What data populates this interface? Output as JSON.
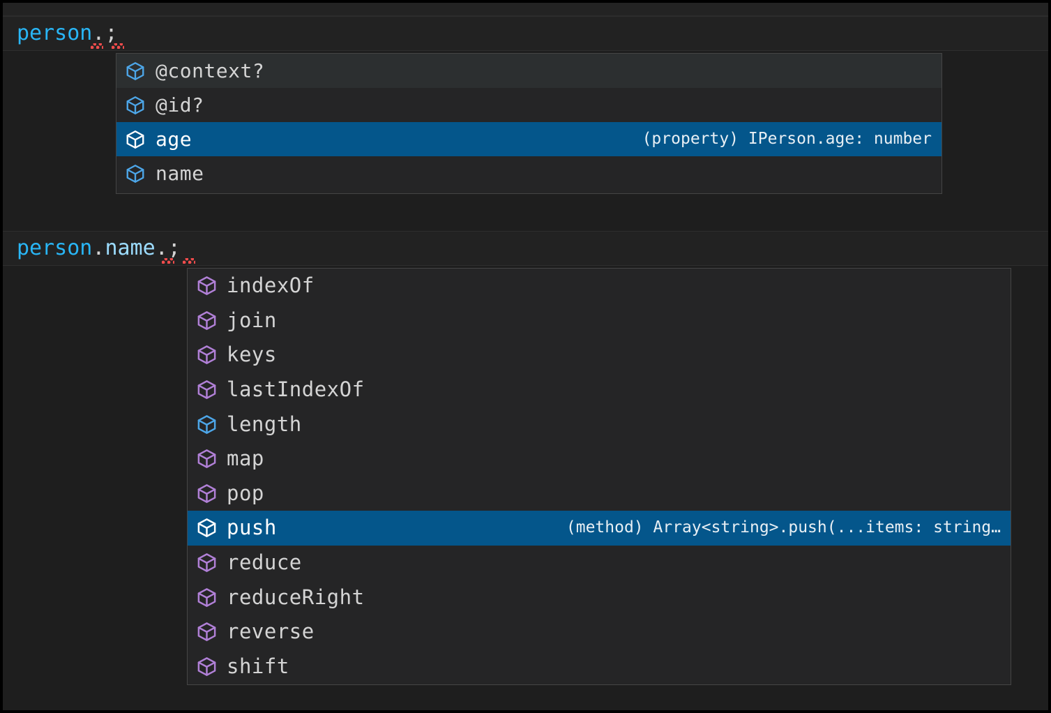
{
  "editor": {
    "background_color": "#1e1e1e",
    "lines": [
      {
        "id": "line-1",
        "tokens": [
          {
            "text": "person",
            "kind": "variable",
            "color": "#29b6f6"
          },
          {
            "text": ".",
            "kind": "punctuation",
            "color": "#d4d4d4"
          },
          {
            "text": ";",
            "kind": "punctuation",
            "color": "#d4d4d4"
          }
        ],
        "full_text": "person.;",
        "has_error_squiggle": true
      },
      {
        "id": "line-2",
        "tokens": [
          {
            "text": "person",
            "kind": "variable",
            "color": "#29b6f6"
          },
          {
            "text": ".",
            "kind": "punctuation",
            "color": "#d4d4d4"
          },
          {
            "text": "name",
            "kind": "property",
            "color": "#9cdcfe"
          },
          {
            "text": ".",
            "kind": "punctuation",
            "color": "#d4d4d4"
          },
          {
            "text": ";",
            "kind": "punctuation",
            "color": "#d4d4d4"
          }
        ],
        "full_text": "person.name.;",
        "has_error_squiggle": true
      }
    ],
    "error_squiggle_color": "#f14c4c"
  },
  "suggest_widgets": [
    {
      "id": "suggest-widget-person",
      "for_expression": "person.",
      "selected_index": 2,
      "hovered_index": 0,
      "selection_color": "#04568b",
      "hover_color": "#2c2f30",
      "items": [
        {
          "label": "@context?",
          "icon": "property-cube-icon",
          "icon_color": "#4da6e8",
          "detail": ""
        },
        {
          "label": "@id?",
          "icon": "property-cube-icon",
          "icon_color": "#4da6e8",
          "detail": ""
        },
        {
          "label": "age",
          "icon": "property-cube-icon",
          "icon_color": "#ffffff",
          "detail": "(property) IPerson.age: number"
        },
        {
          "label": "name",
          "icon": "property-cube-icon",
          "icon_color": "#4da6e8",
          "detail": ""
        }
      ]
    },
    {
      "id": "suggest-widget-person-name",
      "for_expression": "person.name.",
      "selected_index": 7,
      "hovered_index": -1,
      "selection_color": "#04568b",
      "hover_color": "#2c2f30",
      "items": [
        {
          "label": "indexOf",
          "icon": "method-cube-icon",
          "icon_color": "#b180d7",
          "detail": ""
        },
        {
          "label": "join",
          "icon": "method-cube-icon",
          "icon_color": "#b180d7",
          "detail": ""
        },
        {
          "label": "keys",
          "icon": "method-cube-icon",
          "icon_color": "#b180d7",
          "detail": ""
        },
        {
          "label": "lastIndexOf",
          "icon": "method-cube-icon",
          "icon_color": "#b180d7",
          "detail": ""
        },
        {
          "label": "length",
          "icon": "property-cube-icon",
          "icon_color": "#4da6e8",
          "detail": ""
        },
        {
          "label": "map",
          "icon": "method-cube-icon",
          "icon_color": "#b180d7",
          "detail": ""
        },
        {
          "label": "pop",
          "icon": "method-cube-icon",
          "icon_color": "#b180d7",
          "detail": ""
        },
        {
          "label": "push",
          "icon": "method-cube-icon",
          "icon_color": "#ffffff",
          "detail": "(method) Array<string>.push(...items: string…"
        },
        {
          "label": "reduce",
          "icon": "method-cube-icon",
          "icon_color": "#b180d7",
          "detail": ""
        },
        {
          "label": "reduceRight",
          "icon": "method-cube-icon",
          "icon_color": "#b180d7",
          "detail": ""
        },
        {
          "label": "reverse",
          "icon": "method-cube-icon",
          "icon_color": "#b180d7",
          "detail": ""
        },
        {
          "label": "shift",
          "icon": "method-cube-icon",
          "icon_color": "#b180d7",
          "detail": ""
        }
      ]
    }
  ]
}
